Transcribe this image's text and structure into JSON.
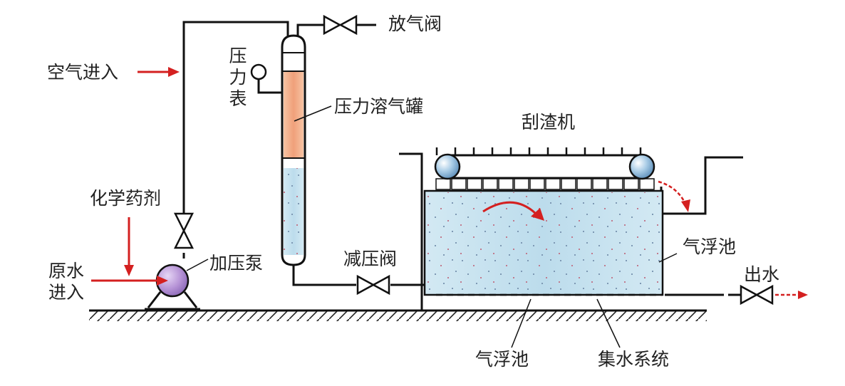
{
  "labels": {
    "vent_valve": "放气阀",
    "air_inlet": "空气进入",
    "pressure_gauge": "压力表",
    "tank": "压力溶气罐",
    "skimmer": "刮渣机",
    "chemicals": "化学药剂",
    "raw_water_line1": "原水",
    "raw_water_line2": "进入",
    "pump": "加压泵",
    "reducing_valve": "减压阀",
    "flotation_tank_right": "气浮池",
    "outlet": "出水",
    "flotation_tank_bottom": "气浮池",
    "collection_system": "集水系统"
  },
  "colors": {
    "line": "#111111",
    "arrow_red": "#d42020",
    "tank_liquid": "#c6e1ef",
    "column_gas": "#f3ad86",
    "pump_fill": "#b693d6"
  }
}
